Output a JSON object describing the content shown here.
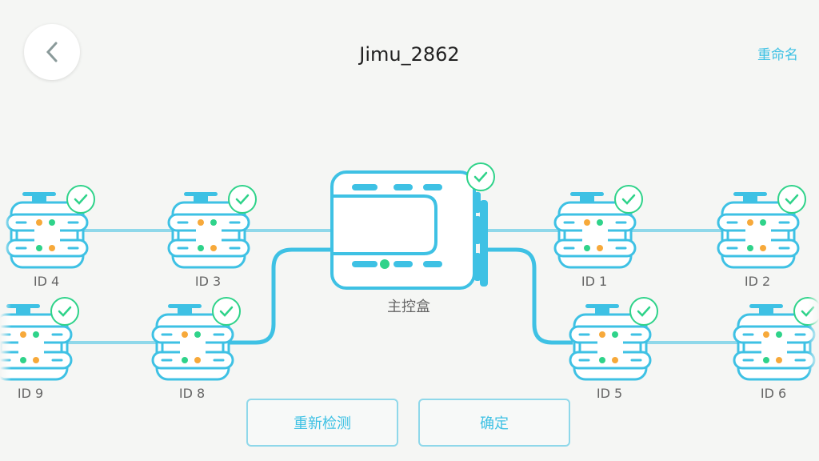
{
  "header": {
    "title": "Jimu_2862",
    "rename_label": "重命名",
    "back_icon": "chevron-left-icon"
  },
  "controller": {
    "label": "主控盒",
    "status": "ok"
  },
  "servos": [
    {
      "id": "ID 4",
      "row": 1,
      "status": "ok"
    },
    {
      "id": "ID 3",
      "row": 1,
      "status": "ok"
    },
    {
      "id": "ID 1",
      "row": 1,
      "status": "ok"
    },
    {
      "id": "ID 2",
      "row": 1,
      "status": "ok"
    },
    {
      "id": "ID 9",
      "row": 2,
      "status": "ok"
    },
    {
      "id": "ID 8",
      "row": 2,
      "status": "ok"
    },
    {
      "id": "ID 5",
      "row": 2,
      "status": "ok"
    },
    {
      "id": "ID 6",
      "row": 2,
      "status": "ok"
    }
  ],
  "buttons": {
    "recheck": "重新检测",
    "confirm": "确定"
  },
  "colors": {
    "accent": "#3ec1e4",
    "check": "#2fd38a",
    "orange": "#f7a93a",
    "line_light": "#8fd8ea"
  }
}
